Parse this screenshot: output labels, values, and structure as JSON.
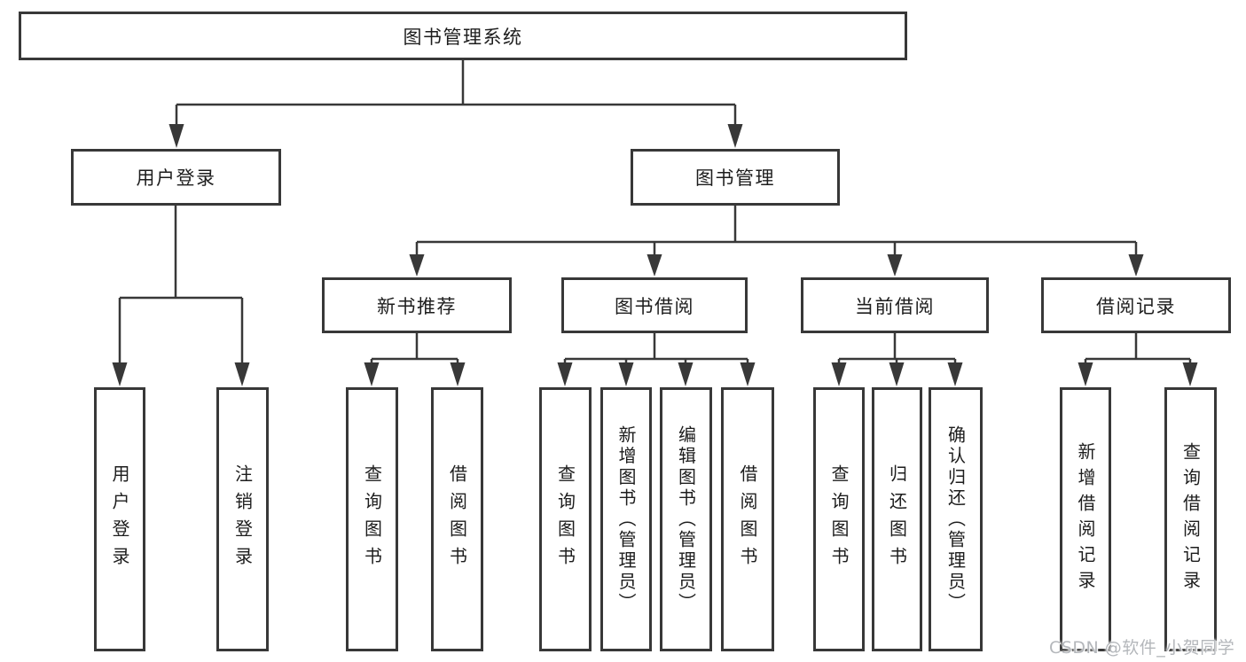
{
  "chart": {
    "root": "图书管理系统",
    "l2": {
      "user_login": "用户登录",
      "book_mgmt": "图书管理"
    },
    "l3": {
      "new_book": "新书推荐",
      "book_borrow": "图书借阅",
      "current_borrow": "当前借阅",
      "borrow_record": "借阅记录"
    },
    "leaves": {
      "ul_login": "用户登录",
      "ul_logout": "注销登录",
      "nb_query": "查询图书",
      "nb_borrow": "借阅图书",
      "bb_query": "查询图书",
      "bb_add": "新增图书（管理员）",
      "bb_edit": "编辑图书（管理员）",
      "bb_borrow": "借阅图书",
      "cb_query": "查询图书",
      "cb_return": "归还图书",
      "cb_confirm": "确认归还（管理员）",
      "br_add": "新增借阅记录",
      "br_query": "查询借阅记录"
    }
  },
  "watermark": "CSDN @软件_小贺同学",
  "colors": {
    "line": "#383838",
    "box_fill": "#ffffff",
    "text": "#1d1d1d",
    "watermark": "#b4b7bb"
  }
}
